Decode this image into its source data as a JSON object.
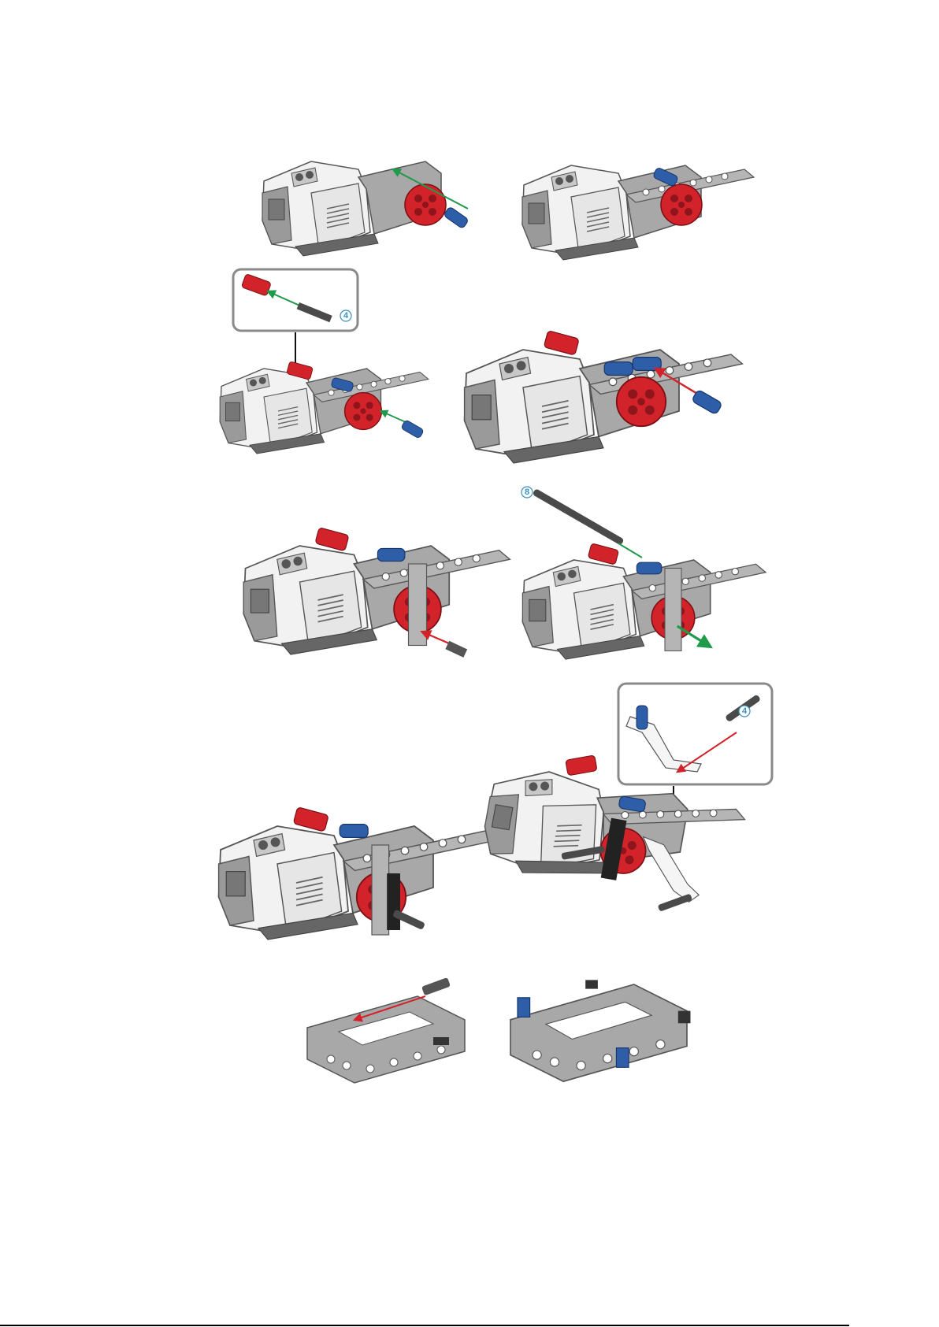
{
  "document": "building-instructions-page",
  "callouts": [
    {
      "quantity": "4"
    },
    {
      "quantity": "8"
    },
    {
      "quantity": "4"
    }
  ],
  "colors": {
    "motor_white": "#f2f2f2",
    "motor_grey": "#a8a8a8",
    "beam_grey": "#b5b5b5",
    "hub_red": "#d2232a",
    "pin_blue": "#2f5ea8",
    "axle_dark": "#4a4a4a",
    "arrow_green": "#1f9a4a",
    "arrow_red": "#d2232a",
    "callout_border": "#8a8a8a"
  }
}
